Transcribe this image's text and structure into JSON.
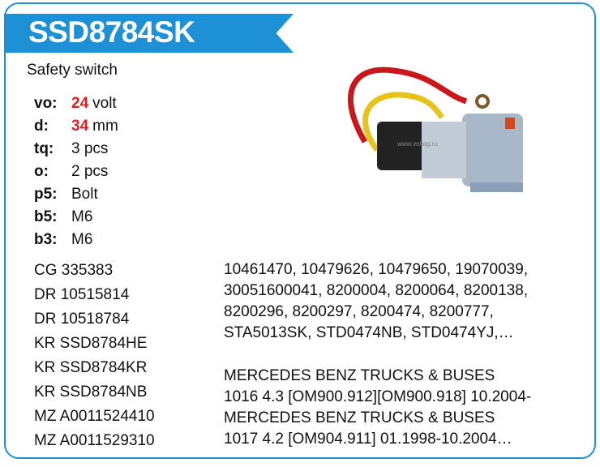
{
  "title": "SSD8784SK",
  "subtitle": "Safety switch",
  "specs": [
    {
      "key": "vo:",
      "num": "24",
      "unit": "volt"
    },
    {
      "key": "d:",
      "num": "34",
      "unit": "mm"
    },
    {
      "key": "tq:",
      "value": "3 pcs"
    },
    {
      "key": "o:",
      "value": "2 pcs"
    },
    {
      "key": "p5:",
      "value": "Bolt"
    },
    {
      "key": "b5:",
      "value": "M6"
    },
    {
      "key": "b3:",
      "value": "M6"
    }
  ],
  "cross_refs": [
    "CG 335383",
    "DR 10515814",
    "DR 10518784",
    "KR SSD8784HE",
    "KR SSD8784KR",
    "KR SSD8784NB",
    "MZ A0011524410",
    "MZ A0011529310"
  ],
  "oe_numbers": [
    "10461470, 10479626, 10479650, 19070039,",
    "30051600041, 8200004, 8200064, 8200138,",
    "8200296, 8200297, 8200474, 8200777,",
    "STA5013SK, STD0474NB, STD0474YJ,…"
  ],
  "applications": [
    "MERCEDES BENZ TRUCKS & BUSES",
    "1016 4.3 [OM900.912][OM900.918] 10.2004-",
    "MERCEDES BENZ TRUCKS & BUSES",
    "1017 4.2 [OM904.911] 01.1998-10.2004…"
  ],
  "watermark": "www.voltag.ru",
  "colors": {
    "accent": "#1e90d6",
    "highlight": "#e02020"
  }
}
